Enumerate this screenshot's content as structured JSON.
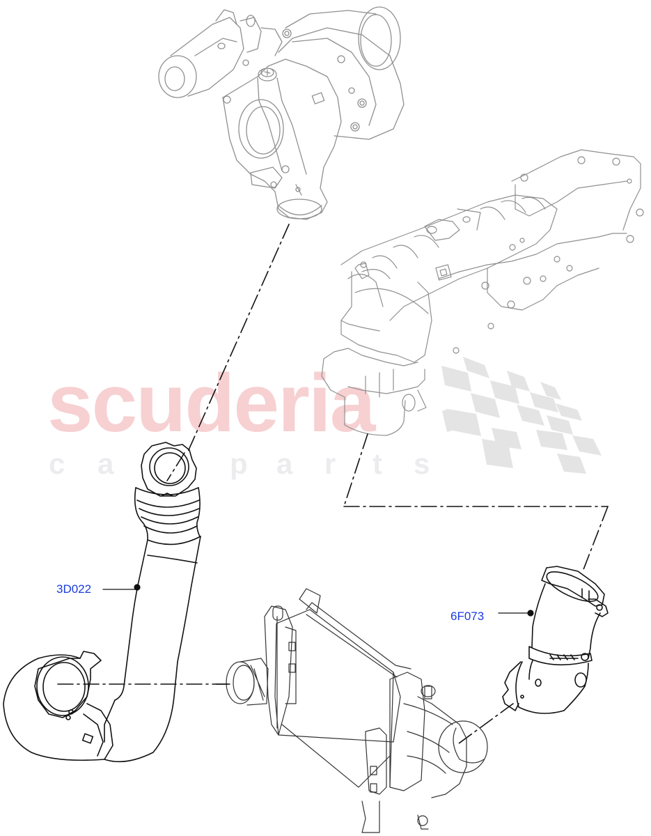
{
  "watermark": {
    "brand": "scuderia",
    "tagline_letters": [
      "c",
      "a",
      "r",
      "p",
      "a",
      "r",
      "t",
      "s"
    ],
    "brand_color": "#f7d0d2",
    "tagline_color": "#ececef",
    "checker_color": "#e4e4e4"
  },
  "diagram": {
    "line_color": "#222222",
    "part_outline_color": "#9a9a9a",
    "components": [
      {
        "id": "turbocharger",
        "label": ""
      },
      {
        "id": "intake-manifold",
        "label": ""
      },
      {
        "id": "intercooler-hose-lower",
        "label": ""
      },
      {
        "id": "charge-air-cooler",
        "label": ""
      },
      {
        "id": "intercooler-outlet-hose",
        "label": ""
      }
    ],
    "callouts": [
      {
        "part_number": "3D022",
        "target": "intercooler-hose-lower"
      },
      {
        "part_number": "6F073",
        "target": "intercooler-outlet-hose"
      }
    ],
    "callout_color": "#1a3adf"
  }
}
